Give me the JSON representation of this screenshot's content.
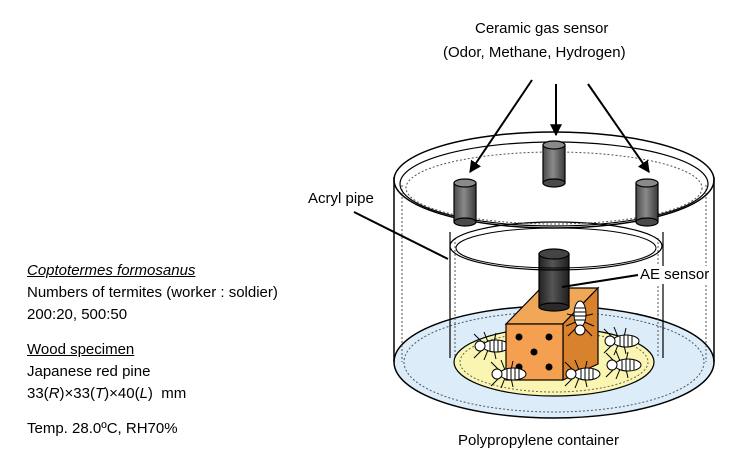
{
  "labels": {
    "gas_sensor_title": "Ceramic gas sensor",
    "gas_sensor_types": "(Odor, Methane, Hydrogen)",
    "acryl_pipe": "Acryl pipe",
    "ae_sensor": "AE sensor",
    "container": "Polypropylene container"
  },
  "conditions": {
    "species": "Coptotermes formosanus",
    "termite_count_label": "Numbers of termites (worker : soldier)",
    "termite_counts": "200:20, 500:50",
    "wood_heading": "Wood specimen",
    "wood_type": "Japanese red pine",
    "dimensions": {
      "r_value": "33(",
      "r_axis": "R",
      "t_value": ")×33(",
      "t_axis": "T",
      "l_value": ")×40(",
      "l_axis": "L",
      "unit": ")  mm"
    },
    "environment": "Temp. 28.0ºC, RH70%"
  },
  "colors": {
    "wood_front": "#f4a050",
    "wood_side": "#d9822e",
    "wood_top": "#f0a858",
    "food_disc": "#faf5b0",
    "dish_base": "#dcecf8",
    "sensor_dark": "#3a3a3a",
    "sensor_gray": "#6e6e6e"
  }
}
